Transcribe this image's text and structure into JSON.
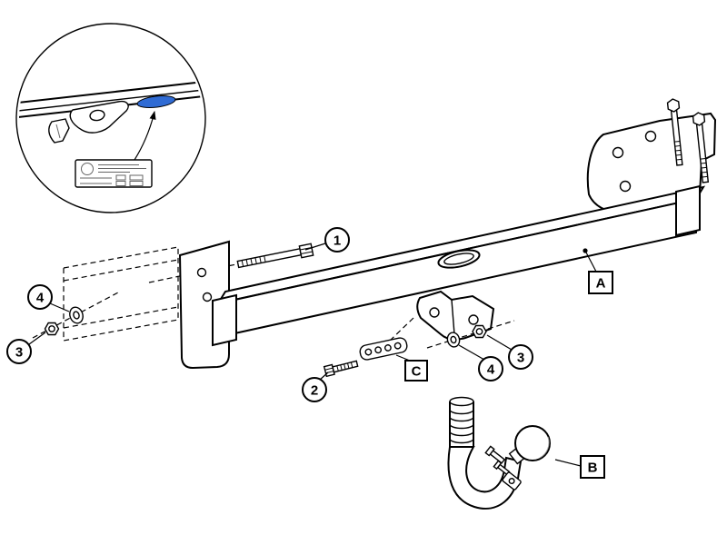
{
  "diagram": {
    "callouts": {
      "c1": "1",
      "c2": "2",
      "c3_left": "3",
      "c3_right": "3",
      "c4_left": "4",
      "c4_right": "4",
      "cA": "A",
      "cB": "B",
      "cC": "C"
    },
    "colors": {
      "line": "#000000",
      "background": "#ffffff",
      "sticker_highlight": "#2f6bd4"
    }
  }
}
